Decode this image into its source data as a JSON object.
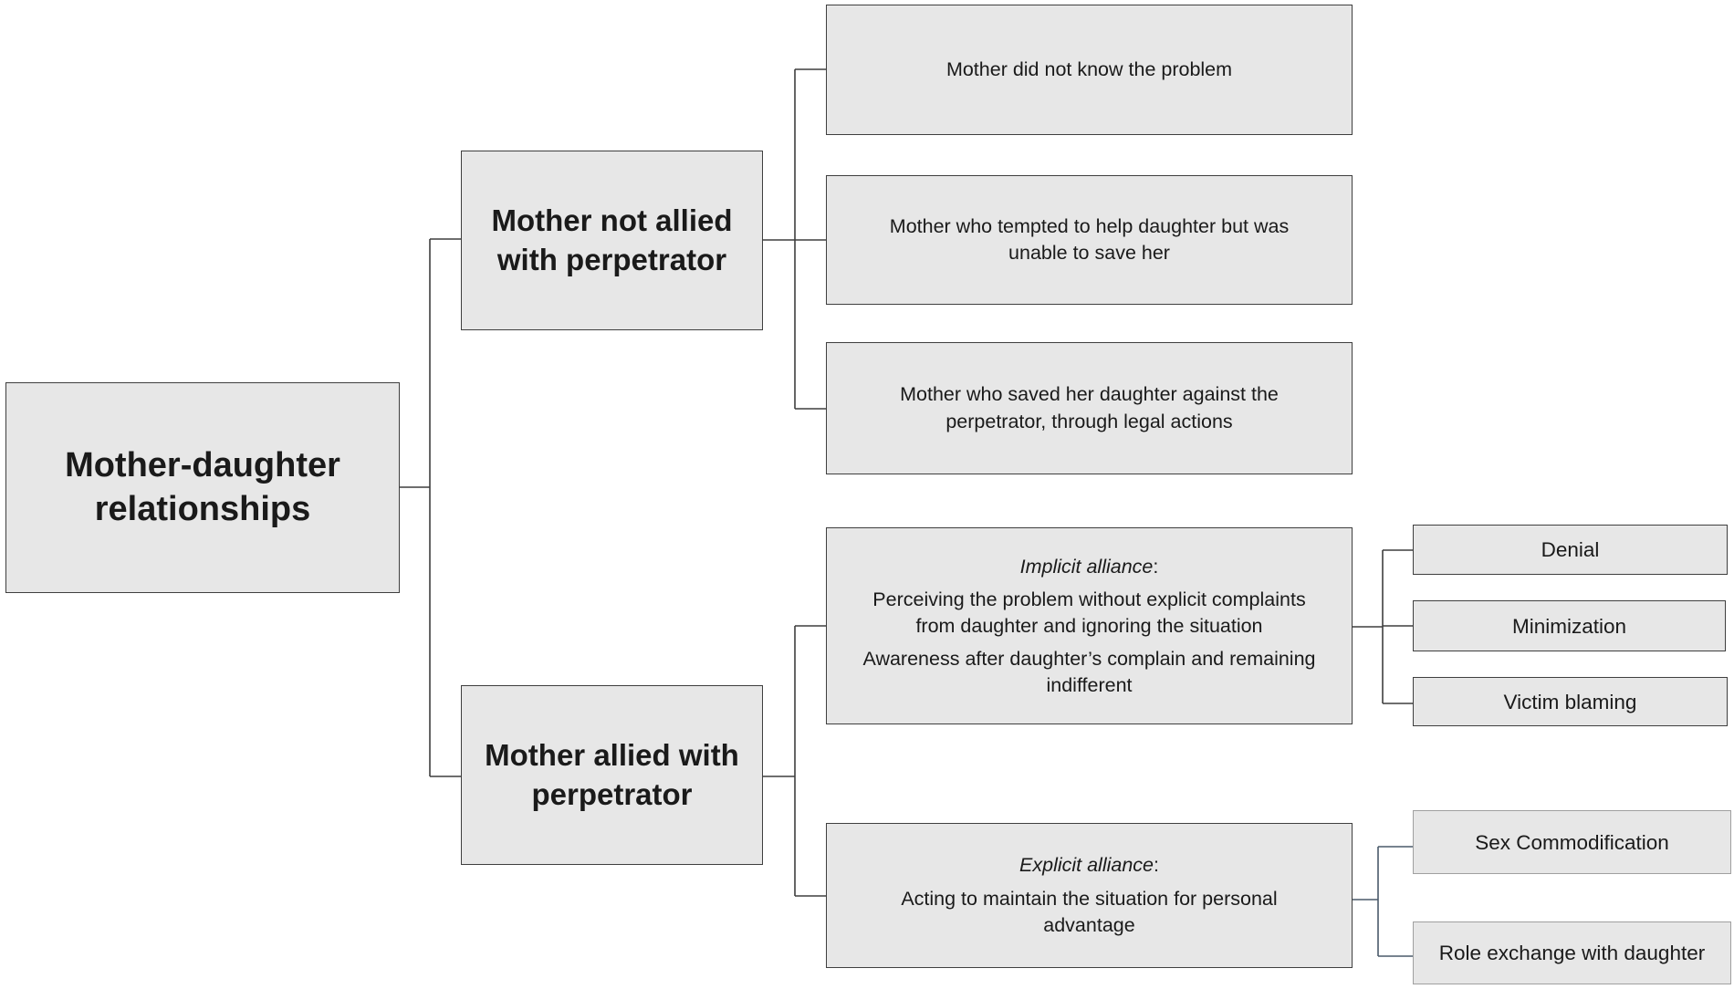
{
  "root": {
    "label_line1": "Mother-daughter",
    "label_line2": "relationships"
  },
  "branches": [
    {
      "label_line1": "Mother not allied",
      "label_line2": "with perpetrator",
      "items": [
        {
          "line1": "Mother did not know the problem"
        },
        {
          "line1": "Mother who tempted to help daughter but was",
          "line2": "unable to save her"
        },
        {
          "line1": "Mother who saved her daughter against the",
          "line2": "perpetrator, through legal actions"
        }
      ]
    },
    {
      "label_line1": "Mother allied with",
      "label_line2": "perpetrator",
      "items": [
        {
          "heading": "Implicit alliance",
          "heading_suffix": ":",
          "para1_line1": "Perceiving the problem without explicit complaints",
          "para1_line2": "from daughter and ignoring the situation",
          "para2_line1": "Awareness after daughter’s complain and remaining",
          "para2_line2": "indifferent",
          "subitems": [
            "Denial",
            "Minimization",
            "Victim blaming"
          ]
        },
        {
          "heading": "Explicit alliance",
          "heading_suffix": ":",
          "para1_line1": "Acting to maintain the situation for personal",
          "para1_line2": "advantage",
          "subitems": [
            "Sex Commodification",
            "Role exchange with daughter"
          ]
        }
      ]
    }
  ],
  "colors": {
    "box_fill": "#e7e7e7",
    "box_border": "#3f3f3f",
    "line": "#3f3f3f",
    "line_blue_gray": "#4a5a6a"
  }
}
